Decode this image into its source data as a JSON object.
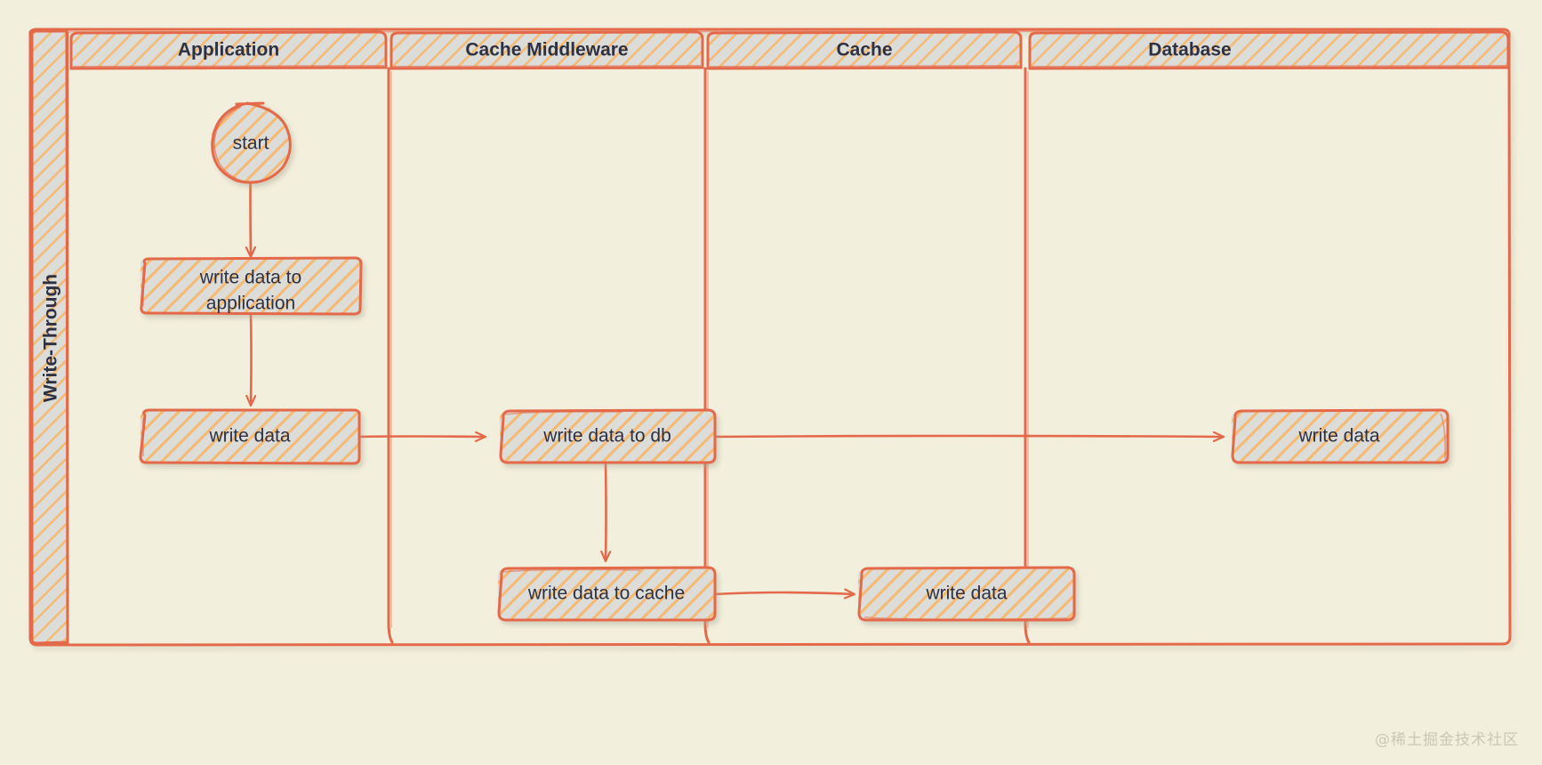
{
  "diagram": {
    "title": "Write-Through",
    "style": "hand-drawn-sketch",
    "background_color": "#f3efdd",
    "stroke_color": "#e4694a",
    "hatch_color": "#f5b971",
    "fill_base_color": "#dcdcd8",
    "text_color": "#2d3142"
  },
  "lanes": [
    {
      "label": "Application"
    },
    {
      "label": "Cache Middleware"
    },
    {
      "label": "Cache"
    },
    {
      "label": "Database"
    }
  ],
  "nodes": [
    {
      "id": "start",
      "label": "start",
      "lane": "Application",
      "shape": "circle"
    },
    {
      "id": "wda",
      "label": "write data to\napplication",
      "line1": "write data to",
      "line2": "application",
      "lane": "Application",
      "shape": "rect"
    },
    {
      "id": "wd_app",
      "label": "write data",
      "lane": "Application",
      "shape": "rect"
    },
    {
      "id": "wd_db",
      "label": "write data to db",
      "lane": "Cache Middleware",
      "shape": "rect"
    },
    {
      "id": "wd_cache",
      "label": "write data to cache",
      "lane": "Cache Middleware",
      "shape": "rect"
    },
    {
      "id": "cache_write",
      "label": "write data",
      "lane": "Cache",
      "shape": "rect"
    },
    {
      "id": "db_write",
      "label": "write data",
      "lane": "Database",
      "shape": "rect"
    }
  ],
  "edges": [
    {
      "from": "start",
      "to": "wda",
      "direction": "down"
    },
    {
      "from": "wda",
      "to": "wd_app",
      "direction": "down"
    },
    {
      "from": "wd_app",
      "to": "wd_db",
      "direction": "right"
    },
    {
      "from": "wd_db",
      "to": "db_write",
      "direction": "right"
    },
    {
      "from": "wd_db",
      "to": "wd_cache",
      "direction": "down"
    },
    {
      "from": "wd_cache",
      "to": "cache_write",
      "direction": "right"
    }
  ],
  "watermark": {
    "text": "@稀土掘金技术社区"
  }
}
